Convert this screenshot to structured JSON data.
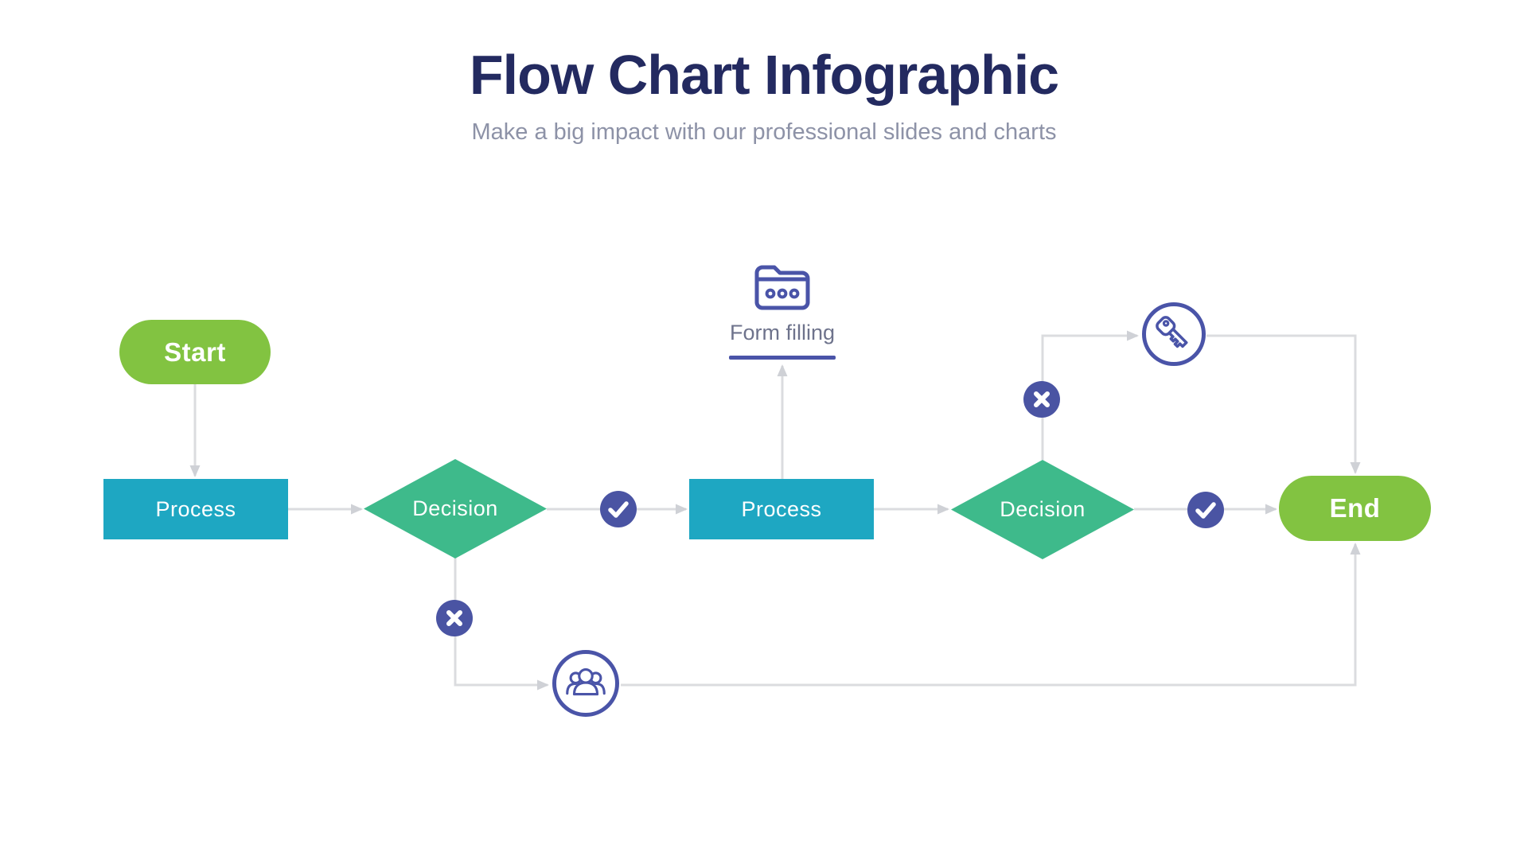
{
  "header": {
    "title": "Flow Chart Infographic",
    "subtitle": "Make a big impact with our professional slides and charts"
  },
  "nodes": {
    "start": {
      "label": "Start",
      "shape": "terminator"
    },
    "process1": {
      "label": "Process",
      "shape": "rectangle"
    },
    "decision1": {
      "label": "Decision",
      "shape": "diamond"
    },
    "process2": {
      "label": "Process",
      "shape": "rectangle"
    },
    "decision2": {
      "label": "Decision",
      "shape": "diamond"
    },
    "end": {
      "label": "End",
      "shape": "terminator"
    }
  },
  "annotations": {
    "form_filling": {
      "label": "Form filling",
      "icon": "folder-icon"
    }
  },
  "icons": {
    "decision1_yes": "check-icon",
    "decision1_no": "cross-icon",
    "decision2_yes": "check-icon",
    "decision2_no": "cross-icon",
    "form_filling": "folder-icon",
    "no_branch_top": "key-icon",
    "no_branch_bottom": "people-icon"
  },
  "edges": [
    {
      "from": "start",
      "to": "process1"
    },
    {
      "from": "process1",
      "to": "decision1"
    },
    {
      "from": "decision1",
      "to": "process2",
      "badge": "check-icon"
    },
    {
      "from": "process2",
      "to": "form_filling"
    },
    {
      "from": "process2",
      "to": "decision2"
    },
    {
      "from": "decision1",
      "to": "people-icon",
      "badge": "cross-icon"
    },
    {
      "from": "people-icon",
      "to": "end"
    },
    {
      "from": "decision2",
      "to": "key-icon",
      "badge": "cross-icon"
    },
    {
      "from": "key-icon",
      "to": "end"
    },
    {
      "from": "decision2",
      "to": "end",
      "badge": "check-icon"
    }
  ],
  "colors": {
    "terminator_green": "#82c341",
    "process_teal": "#1ea7c2",
    "decision_green": "#3eba8b",
    "badge_indigo": "#4a54a3",
    "icon_indigo": "#4a54a8",
    "connector_gray": "#dbdcdf",
    "arrow_gray": "#cfd1d6",
    "title_navy": "#232a60",
    "subtitle_gray": "#8d92a7",
    "label_gray": "#6e738c"
  }
}
